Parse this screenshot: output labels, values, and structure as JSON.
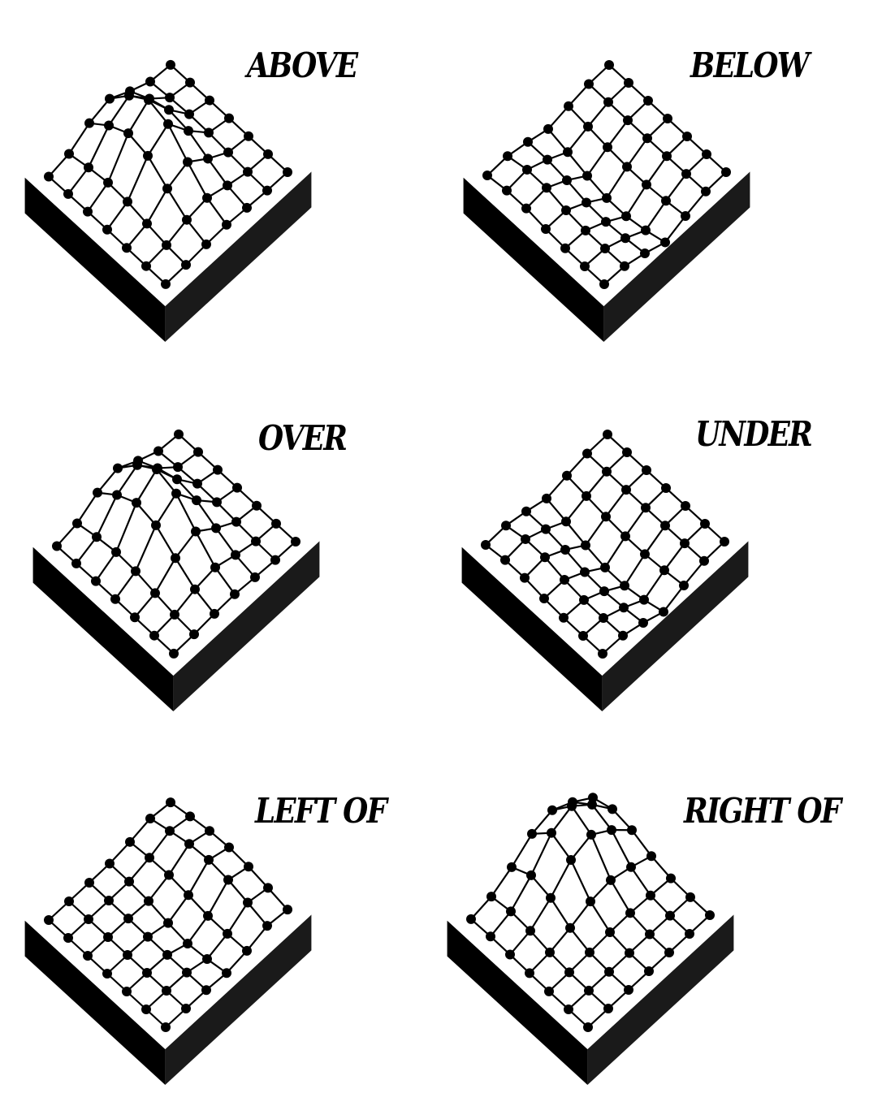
{
  "colors": {
    "ink": "#000000",
    "paper": "#ffffff"
  },
  "panels": [
    {
      "id": "above",
      "label": "ABOVE",
      "deform": "bump-center-up"
    },
    {
      "id": "below",
      "label": "BELOW",
      "deform": "fold-center-down"
    },
    {
      "id": "over",
      "label": "OVER",
      "deform": "bump-center-up"
    },
    {
      "id": "under",
      "label": "UNDER",
      "deform": "fold-center-down"
    },
    {
      "id": "left-of",
      "label": "LEFT OF",
      "deform": "ridge-left"
    },
    {
      "id": "right-of",
      "label": "RIGHT OF",
      "deform": "bump-right-up"
    }
  ]
}
